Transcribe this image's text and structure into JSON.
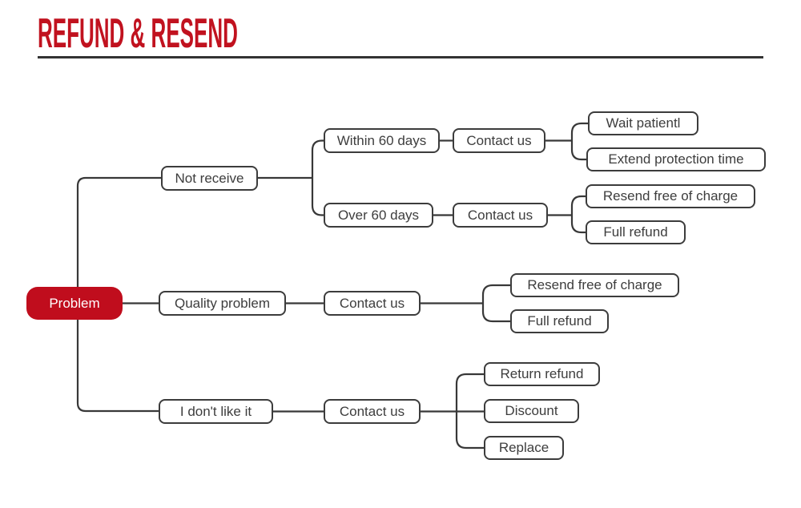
{
  "page": {
    "title": "REFUND & RESEND",
    "colors": {
      "brand_red": "#c1121f",
      "root_box_bg": "#c00d1d",
      "root_box_text": "#ffffff",
      "box_border": "#3c3c3c",
      "box_text": "#3d3d3d",
      "connector": "#383838",
      "divider": "#333333"
    }
  },
  "diagram": {
    "nodes": [
      {
        "id": "problem",
        "label": "Problem"
      },
      {
        "id": "not-receive",
        "label": "Not receive"
      },
      {
        "id": "within-60-days",
        "label": "Within 60 days"
      },
      {
        "id": "contact-us-1",
        "label": "Contact us"
      },
      {
        "id": "wait-patiently",
        "label": "Wait patientl"
      },
      {
        "id": "extend-protection-time",
        "label": "Extend protection time"
      },
      {
        "id": "over-60-days",
        "label": "Over 60 days"
      },
      {
        "id": "contact-us-2",
        "label": "Contact us"
      },
      {
        "id": "resend-free-of-charge-1",
        "label": "Resend free of charge"
      },
      {
        "id": "full-refund-1",
        "label": "Full refund"
      },
      {
        "id": "quality-problem",
        "label": "Quality problem"
      },
      {
        "id": "contact-us-3",
        "label": "Contact us"
      },
      {
        "id": "resend-free-of-charge-2",
        "label": "Resend free of charge"
      },
      {
        "id": "full-refund-2",
        "label": "Full refund"
      },
      {
        "id": "i-dont-like-it",
        "label": "I don't like it"
      },
      {
        "id": "contact-us-4",
        "label": "Contact us"
      },
      {
        "id": "return-refund",
        "label": "Return refund"
      },
      {
        "id": "discount",
        "label": "Discount"
      },
      {
        "id": "replace",
        "label": "Replace"
      }
    ],
    "tree": {
      "Problem": {
        "Not receive": {
          "Within 60 days": {
            "Contact us": [
              "Wait patientl",
              "Extend protection time"
            ]
          },
          "Over 60 days": {
            "Contact us": [
              "Resend free of charge",
              "Full refund"
            ]
          }
        },
        "Quality problem": {
          "Contact us": [
            "Resend free of charge",
            "Full refund"
          ]
        },
        "I don't like it": {
          "Contact us": [
            "Return refund",
            "Discount",
            "Replace"
          ]
        }
      }
    }
  }
}
